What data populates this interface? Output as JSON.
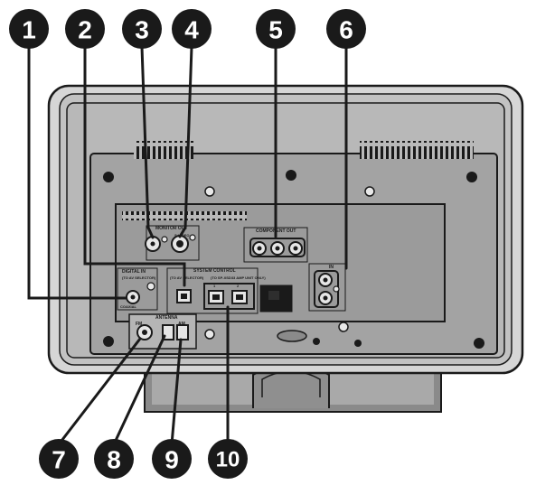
{
  "callouts": [
    "1",
    "2",
    "3",
    "4",
    "5",
    "6",
    "7",
    "8",
    "9",
    "10"
  ],
  "labels": {
    "digital_in": "DIGITAL IN",
    "digital_in_note": "(TO AV SELECTOR)",
    "coaxial": "COAXIAL",
    "monitor_out": "MONITOR OUT",
    "s_video": "S-VIDEO",
    "system_control": "SYSTEM CONTROL",
    "system_control_note_left": "(TO AV SELECTOR)",
    "system_control_note_right": "(TO SP-XSD33 AMP UNIT ONLY)",
    "port_1": "1",
    "port_2": "2",
    "component_out": "COMPONENT OUT",
    "in": "IN",
    "antenna": "ANTENNA",
    "fm": "FM",
    "am": "AM"
  }
}
